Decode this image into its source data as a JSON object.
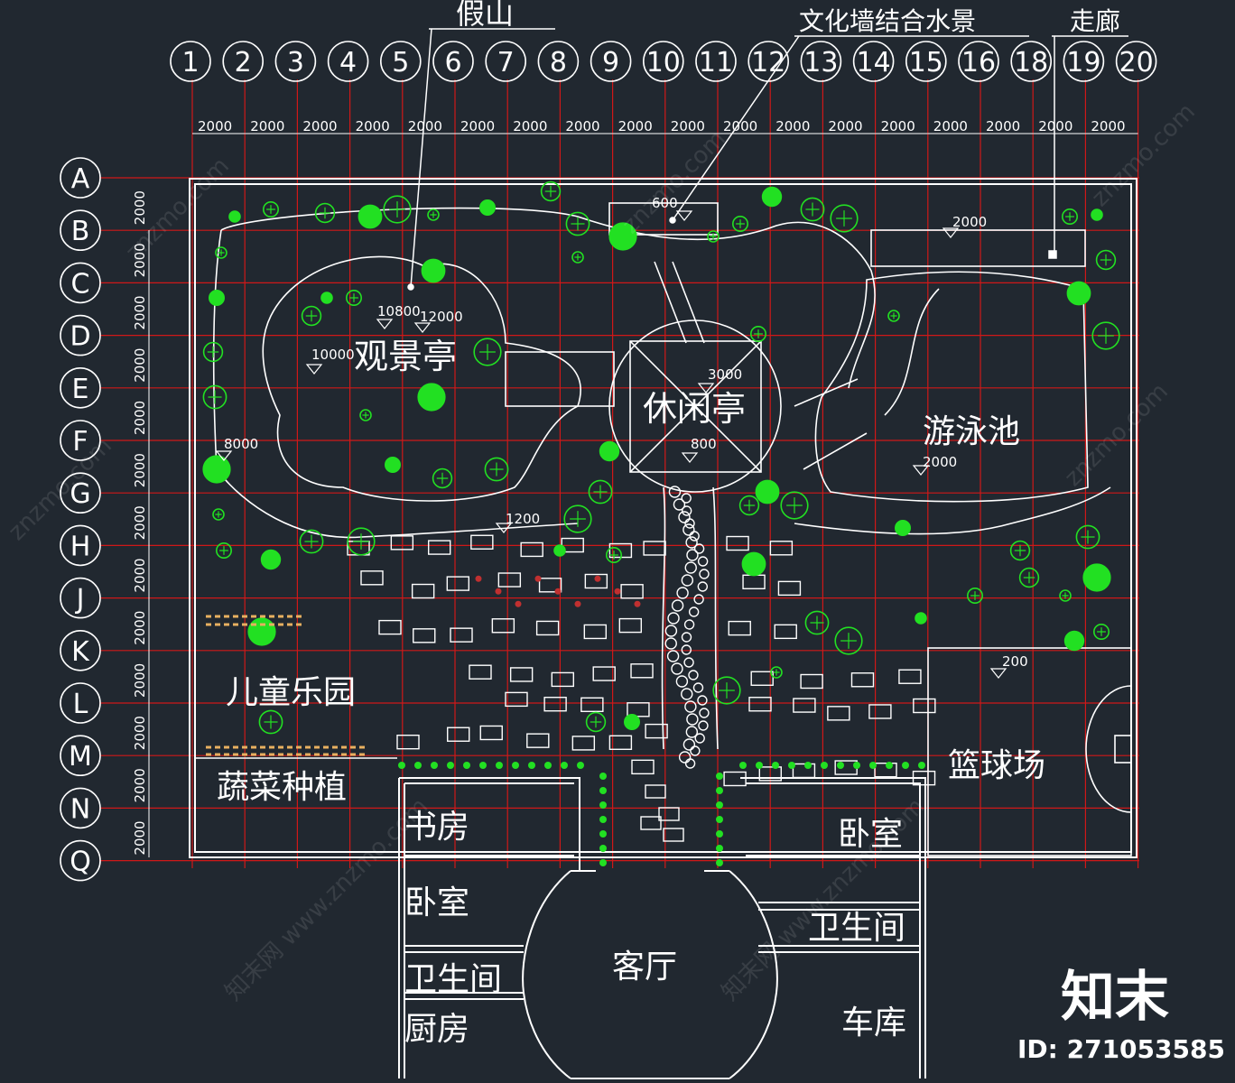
{
  "grid": {
    "columns": [
      "1",
      "2",
      "3",
      "4",
      "5",
      "6",
      "7",
      "8",
      "9",
      "10",
      "11",
      "12",
      "13",
      "14",
      "15",
      "16",
      "18",
      "19",
      "20"
    ],
    "rows": [
      "A",
      "B",
      "C",
      "D",
      "E",
      "F",
      "G",
      "H",
      "J",
      "K",
      "L",
      "M",
      "N",
      "Q"
    ],
    "spacing_label": "2000"
  },
  "callouts": {
    "rockery": "假山",
    "culture_wall": "文化墙结合水景",
    "corridor": "走廊"
  },
  "zones": {
    "viewing_pavilion": "观景亭",
    "leisure_pavilion": "休闲亭",
    "swimming_pool": "游泳池",
    "kids_playground": "儿童乐园",
    "vegetable_plot": "蔬菜种植",
    "basketball_court": "篮球场"
  },
  "rooms": {
    "study": "书房",
    "bedroom_left": "卧室",
    "bathroom_left": "卫生间",
    "kitchen": "厨房",
    "living_room": "客厅",
    "bedroom_right": "卧室",
    "bathroom_right": "卫生间",
    "garage": "车库"
  },
  "elevations": {
    "e1": "10800",
    "e2": "12000",
    "e3": "10000",
    "e4": "3000",
    "e5": "8000",
    "e6": "800",
    "e7": "1200",
    "e8": "2000",
    "e9": "2000",
    "e10": "600",
    "e11": "200"
  },
  "watermark": {
    "site": "znzmo.com",
    "brand": "知末",
    "net": "知末网 www.znzmo.com",
    "id": "ID: 271053585"
  },
  "colors": {
    "background": "#212830",
    "grid_line": "#d01818",
    "linework": "#ffffff",
    "plants": "#22e022",
    "sand": "#e8b060"
  }
}
